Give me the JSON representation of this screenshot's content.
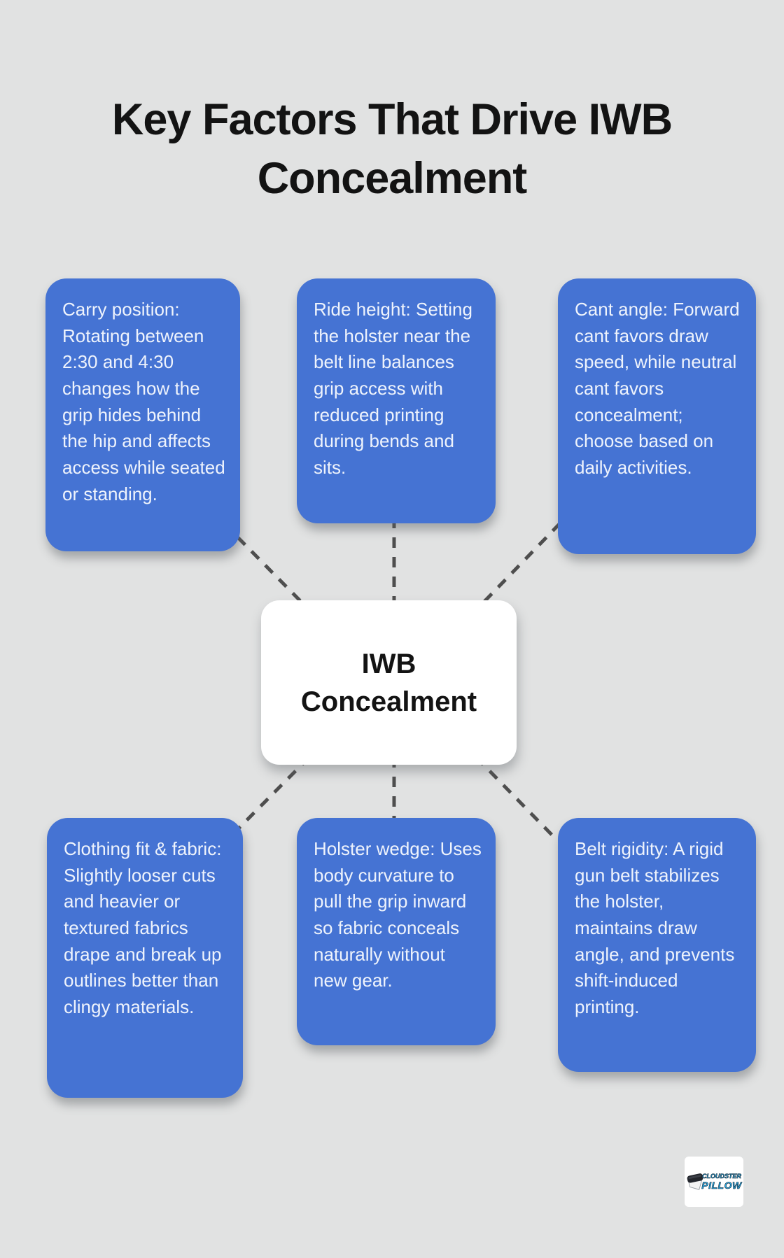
{
  "title": "Key Factors That Drive IWB Concealment",
  "center": {
    "label": "IWB Concealment"
  },
  "factors": [
    {
      "id": "carry-position",
      "text": "Carry position: Rotating between 2:30 and 4:30 changes how the grip hides behind the hip and affects access while seated or standing."
    },
    {
      "id": "ride-height",
      "text": "Ride height: Setting the holster near the belt line balances grip access with reduced printing during bends and sits."
    },
    {
      "id": "cant-angle",
      "text": "Cant angle: Forward cant favors draw speed, while neutral cant favors concealment; choose based on daily activities."
    },
    {
      "id": "clothing-fit-fabric",
      "text": "Clothing fit & fabric: Slightly looser cuts and heavier or textured fabrics drape and break up outlines better than clingy materials."
    },
    {
      "id": "holster-wedge",
      "text": "Holster wedge: Uses body curvature to pull the grip inward so fabric conceals naturally without new gear."
    },
    {
      "id": "belt-rigidity",
      "text": "Belt rigidity: A rigid gun belt stabilizes the holster, maintains draw angle, and prevents shift-induced printing."
    }
  ],
  "logo": {
    "brand_line1": "CLOUDSTER",
    "brand_line2": "PILLOW",
    "icon": "pillow-icon"
  },
  "colors": {
    "background": "#e1e2e2",
    "box_blue": "#4573d3",
    "box_text": "#eef3fc",
    "center_bg": "#ffffff",
    "center_text": "#131313",
    "title_text": "#131313",
    "connector": "#4e4e4e",
    "logo_blue": "#2ba9e2",
    "logo_dark": "#23262c"
  }
}
